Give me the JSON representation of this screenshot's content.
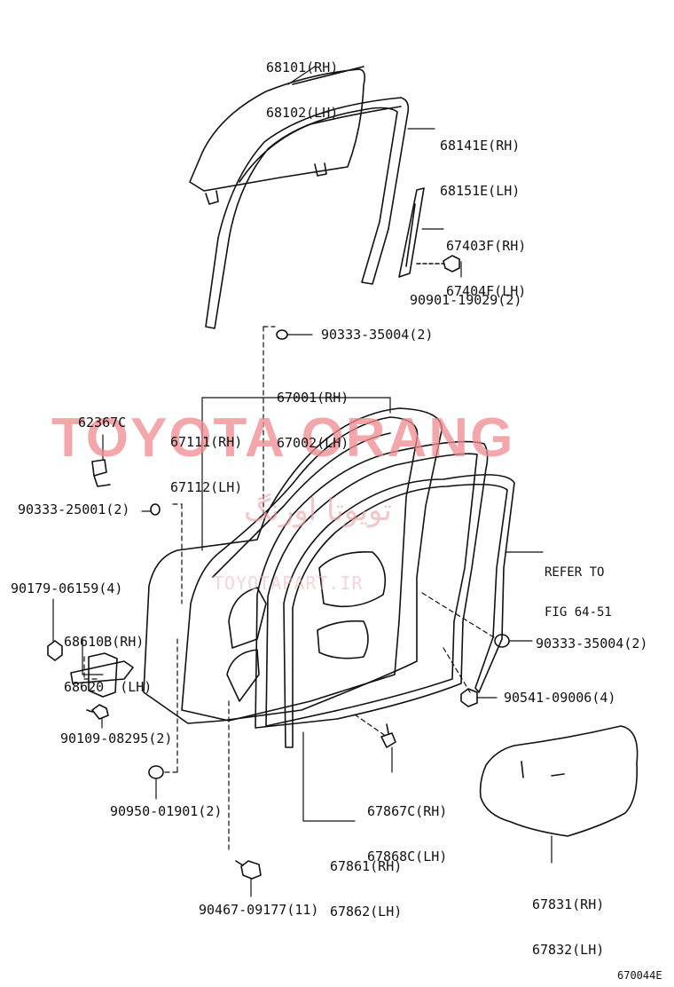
{
  "watermark": {
    "brand": "TOYOTA ORANG",
    "persian": "تویوتا اورنگ",
    "site": "TOYOTAPART.IR",
    "color": "#f08a8f"
  },
  "parts": {
    "glass": [
      "68101(RH)",
      "68102(LH)"
    ],
    "glass_run": [
      "68141E(RH)",
      "68151E(LH)"
    ],
    "sash_cover": [
      "67403F(RH)",
      "67404F(LH)"
    ],
    "screw_sash": "90901-19029(2)",
    "hole_plug_top": "90333-35004(2)",
    "door_panel": [
      "67001(RH)",
      "67002(LH)"
    ],
    "frame_sub": [
      "67111(RH)",
      "67112(LH)"
    ],
    "clip": "62367C",
    "plug_left": "90333-25001(2)",
    "nut": "90179-06159(4)",
    "check_assy": [
      "68610B(RH)",
      "68620  (LH)"
    ],
    "refer": [
      "REFER TO",
      "FIG 64-51"
    ],
    "plug_right": "90333-35004(2)",
    "bolt_left": "90109-08295(2)",
    "nut_right": "90541-09006(4)",
    "clip_lower": [
      "67867C(RH)",
      "67868C(LH)"
    ],
    "grommet": "90950-01901(2)",
    "weatherstrip": [
      "67861(RH)",
      "67862(LH)"
    ],
    "service_hole_cover": [
      "67831(RH)",
      "67832(LH)"
    ],
    "screw_bottom": "90467-09177(11)",
    "figure_code": "670044E"
  }
}
